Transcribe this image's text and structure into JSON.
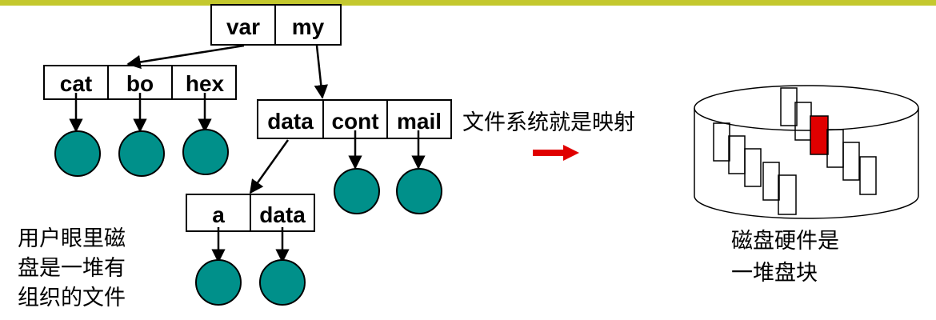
{
  "top_bar_color": "#c4c82e",
  "node_color": "#00908a",
  "highlight_color": "#e00000",
  "root_dir": {
    "cells": [
      "var",
      "my"
    ]
  },
  "var_dir": {
    "cells": [
      "cat",
      "bo",
      "hex"
    ]
  },
  "my_dir": {
    "cells": [
      "data",
      "cont",
      "mail"
    ]
  },
  "data_dir": {
    "cells": [
      "a",
      "data"
    ]
  },
  "mapping_label": "文件系统就是映射",
  "user_view_caption": [
    "用户眼里磁",
    "盘是一堆有",
    "组织的文件"
  ],
  "disk_caption": [
    "磁盘硬件是",
    "一堆盘块"
  ],
  "icons": {
    "mapping_arrow": "right-arrow-icon",
    "disk": "disk-cylinder-icon"
  }
}
